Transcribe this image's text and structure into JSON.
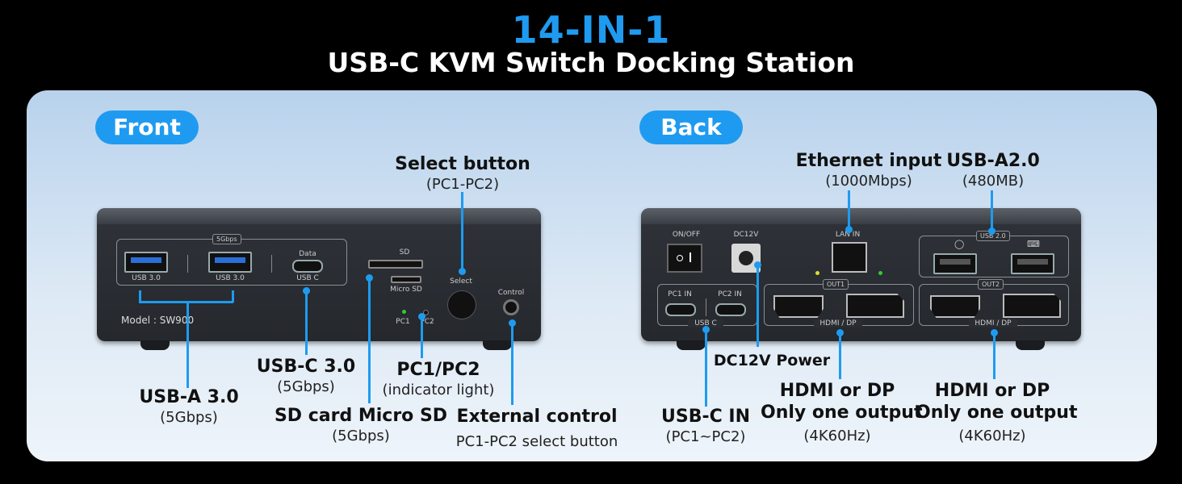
{
  "header": {
    "title": "14-IN-1",
    "subtitle": "USB-C KVM Switch Docking Station"
  },
  "front": {
    "pill": "Front",
    "device": {
      "group_tag": "5Gbps",
      "usb_a_1": "USB 3.0",
      "usb_a_2": "USB 3.0",
      "usbc_top": "Data",
      "usbc_bottom": "USB C",
      "model": "Model : SW900",
      "sd": "SD",
      "micro_sd": "Micro SD",
      "select": "Select",
      "control": "Control",
      "pc1": "PC1",
      "pc2": "PC2"
    },
    "callouts": {
      "select_title": "Select button",
      "select_sub": "(PC1-PC2)",
      "usba_title": "USB-A 3.0",
      "usba_sub": "(5Gbps)",
      "usbc_title": "USB-C 3.0",
      "usbc_sub": "(5Gbps)",
      "sd_title": "SD card Micro SD",
      "sd_sub": "(5Gbps)",
      "pc_title": "PC1/PC2",
      "pc_sub": "(indicator light)",
      "ext_title": "External control",
      "ext_sub": "PC1-PC2 select button"
    }
  },
  "back": {
    "pill": "Back",
    "device": {
      "onoff": "ON/OFF",
      "dc12v": "DC12V",
      "lan": "LAN IN",
      "usb20": "USB 2.0",
      "pc1in": "PC1 IN",
      "pc2in": "PC2 IN",
      "usbc": "USB C",
      "out1": "OUT1",
      "out2": "OUT2",
      "hdmidp1": "HDMI / DP",
      "hdmidp2": "HDMI / DP"
    },
    "callouts": {
      "eth_title": "Ethernet input",
      "eth_sub": "(1000Mbps)",
      "usba_title": "USB-A2.0",
      "usba_sub": "(480MB)",
      "dc_title": "DC12V Power",
      "usbc_title": "USB-C IN",
      "usbc_sub": "(PC1~PC2)",
      "hdmi1_l1": "HDMI or DP",
      "hdmi1_l2": "Only one output",
      "hdmi1_sub": "(4K60Hz)",
      "hdmi2_l1": "HDMI or DP",
      "hdmi2_l2": "Only one output",
      "hdmi2_sub": "(4K60Hz)"
    }
  },
  "colors": {
    "accent": "#1e9bf0",
    "background": "#000000",
    "panel": "#c9ddf0"
  }
}
